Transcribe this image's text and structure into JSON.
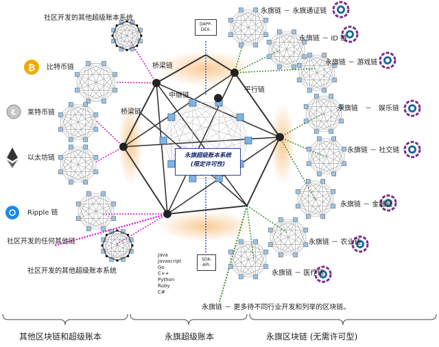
{
  "left_labels": {
    "community_super_ledger_top": "社区开发的其他超级账本系统",
    "bitcoin": "比特币链",
    "litecoin": "莱特币链",
    "ethereum": "以太坊链",
    "ripple": "Ripple  链",
    "community_any_chain": "社区开发的任何其他链",
    "community_super_ledger_bottom": "社区开发的其他超级账本系统"
  },
  "center_labels": {
    "bridge_top": "桥梁链",
    "bridge_left": "桥梁链",
    "relay": "中继链",
    "parallel": "平行链",
    "core_title": "永旗超级账本系统",
    "core_subtitle": "(限定许可性)"
  },
  "dapp_box": {
    "line1": "DAPP-",
    "line2": "DEX-"
  },
  "sdk_box": {
    "line1": "SDK-",
    "line2": "API-"
  },
  "languages": [
    "Java",
    "Javascript",
    "Go",
    "C++",
    "Python",
    "Ruby",
    "C#"
  ],
  "right_labels": {
    "pass_chain": "永旗链 － 永旗通证链",
    "id_chain": "永旗链 － ID 链",
    "game_chain": "永旗链 － 游戏链",
    "ent_chain": "永旗链　－　娱乐链",
    "social_chain": "永旗链 － 社交链",
    "finance_chain": "永旗链 － 金融链",
    "agri_chain": "永旗链 － 农业链",
    "medical_chain": "永旗链 － 医疗链",
    "more_chains": "永旗链 － 更多待不同行业开发和列举的区块链。"
  },
  "footer": {
    "left": "其他区块链和超级账本",
    "center": "永旗超级账本",
    "right": "永旗区块链 (无需许可型)"
  },
  "colors": {
    "network_line": "#333333",
    "node_lines": "#999999",
    "magenta_link": "#d600c8",
    "green_link": "#2e8b2e",
    "blue_link": "#1f4fd6",
    "glow": "#f7c58a",
    "core_border": "#2a3f8f",
    "badge_ring": "#7a2a8c",
    "badge_core": "#1b6b9c"
  },
  "icons": [
    "bitcoin-icon",
    "litecoin-icon",
    "ethereum-icon",
    "ripple-icon",
    "chain-badge-icon"
  ]
}
